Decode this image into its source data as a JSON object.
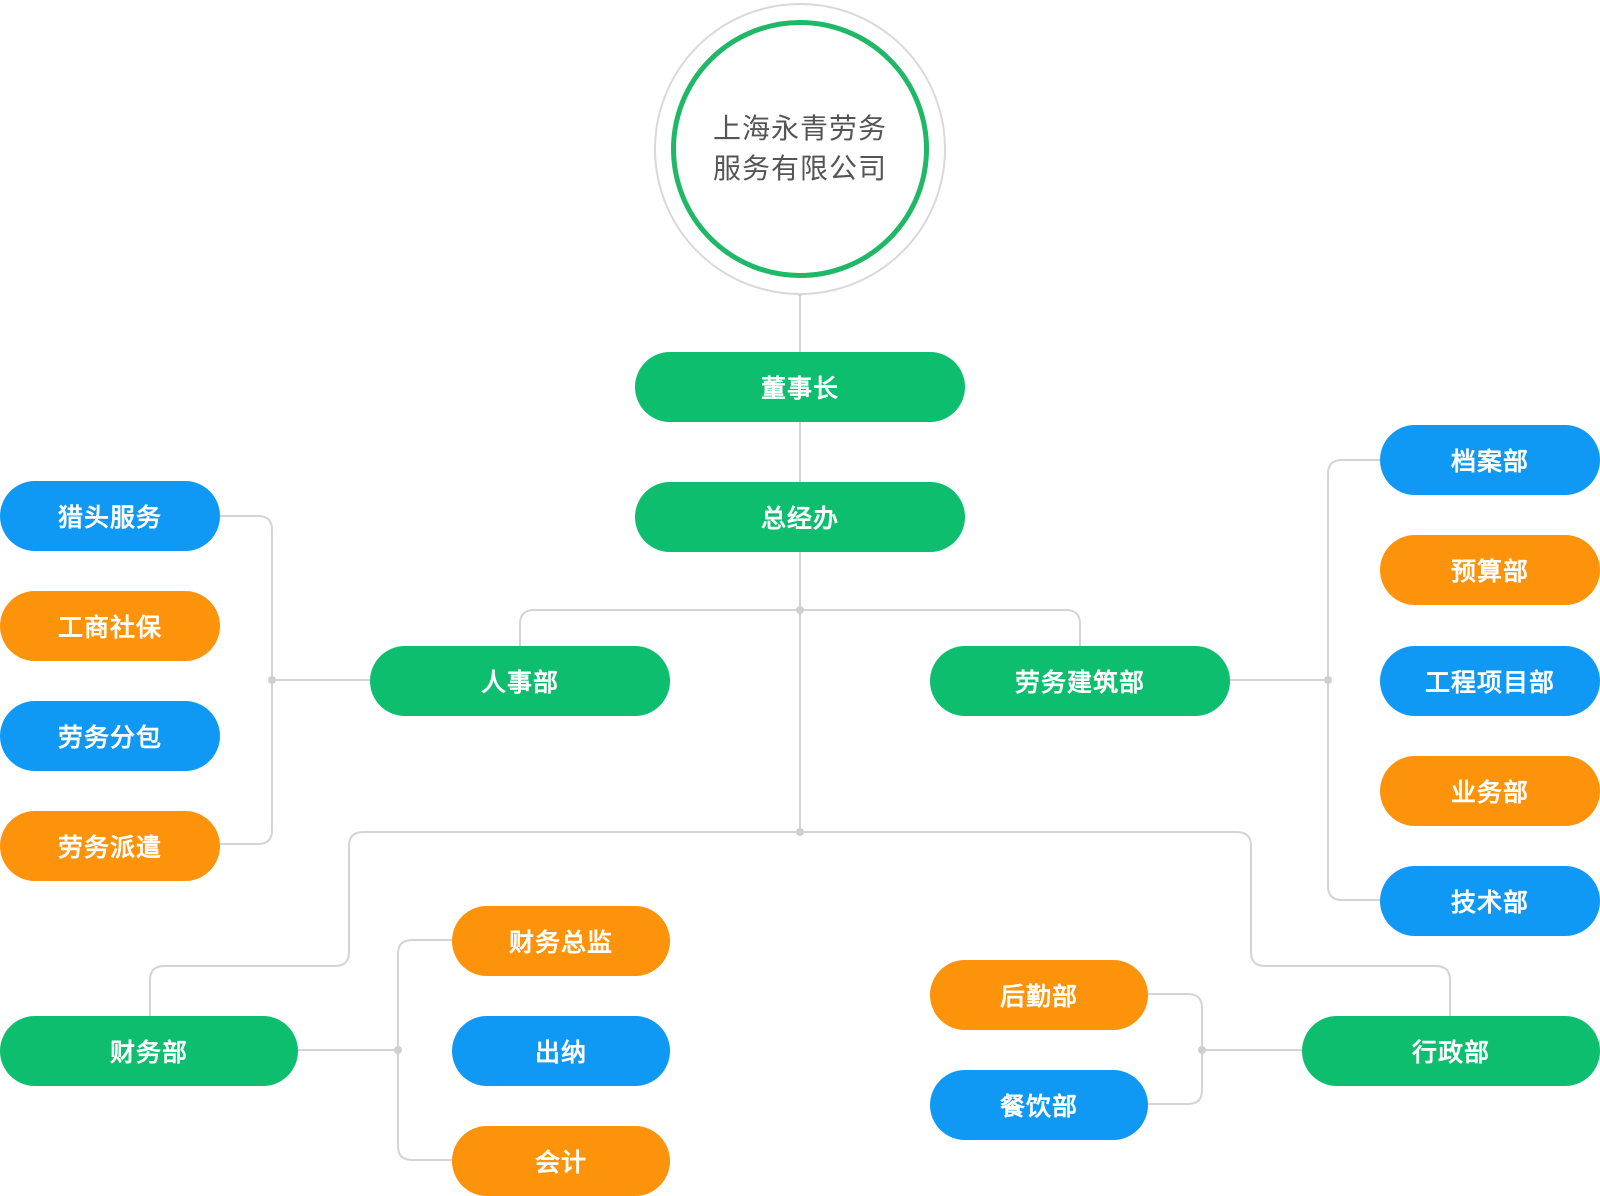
{
  "colors": {
    "green": "#0cbe6e",
    "blue": "#1098f5",
    "orange": "#fd920b",
    "ring": "#1fb866",
    "line": "#d4d4d4"
  },
  "root": {
    "line1": "上海永青劳务",
    "line2": "服务有限公司"
  },
  "nodes": {
    "chairman": "董事长",
    "gm_office": "总经办",
    "hr": "人事部",
    "labor_construction": "劳务建筑部",
    "finance": "财务部",
    "admin": "行政部",
    "headhunting": "猎头服务",
    "business_social": "工商社保",
    "labor_subcontract": "劳务分包",
    "labor_dispatch": "劳务派遣",
    "archives": "档案部",
    "budget": "预算部",
    "project": "工程项目部",
    "business": "业务部",
    "technical": "技术部",
    "finance_director": "财务总监",
    "cashier": "出纳",
    "accounting": "会计",
    "logistics": "后勤部",
    "catering": "餐饮部"
  }
}
